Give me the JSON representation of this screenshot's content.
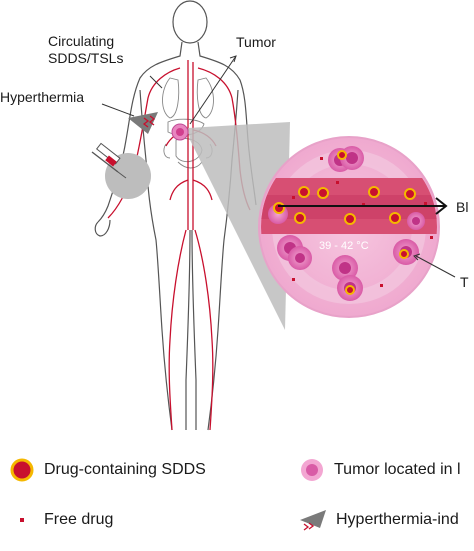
{
  "labels": {
    "circulating": [
      "Circulating",
      "SDDS/TSLs"
    ],
    "tumor": "Tumor",
    "hyperthermia": "Hyperthermia",
    "blood_cut": "Bl",
    "tumor_cut": "T",
    "temperature": "39 - 42 °C"
  },
  "legend": {
    "sdds": "Drug-containing SDDS",
    "free_drug": "Free drug",
    "tumor": "Tumor located in l",
    "hyperthermia": "Hyperthermia-ind"
  },
  "colors": {
    "vessel": "#c8102e",
    "tumor_pink": "#e07bb5",
    "sdds_fill": "#c8102e",
    "sdds_ring": "#f5b800",
    "magnify_gray": "#b9b9b9"
  }
}
